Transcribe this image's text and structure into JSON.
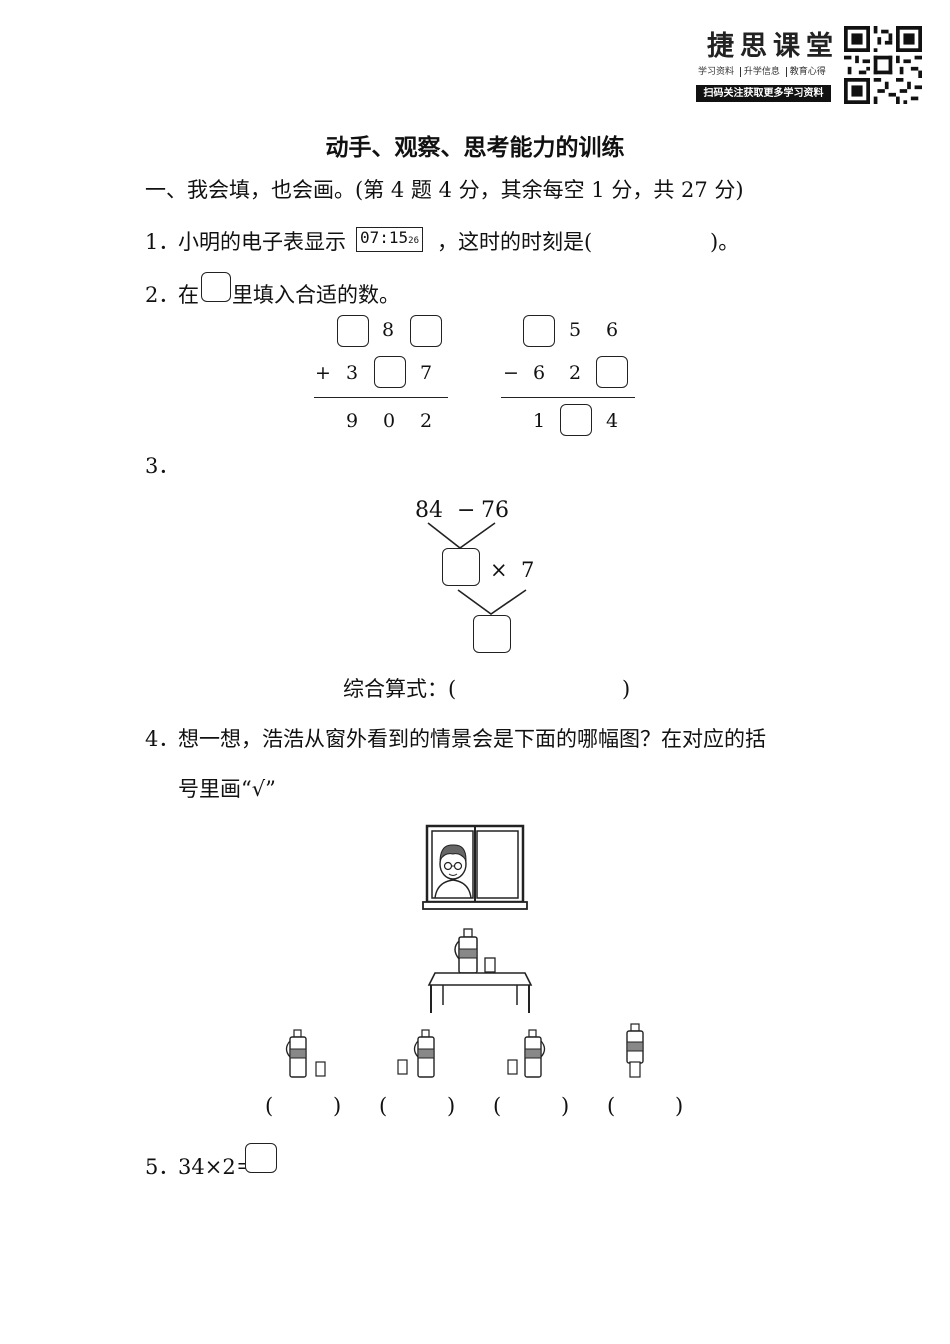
{
  "header": {
    "brand": "捷思课堂",
    "tags": [
      "学习资料",
      "升学信息",
      "教育心得"
    ],
    "slogan": "扫码关注获取更多学习资料"
  },
  "title": "动手、观察、思考能力的训练",
  "section1": {
    "heading": "一、我会填，也会画。(第 4 题 4 分，其余每空 1 分，共 27 分)"
  },
  "q1": {
    "number": "1．",
    "before": "小明的电子表显示",
    "clock_main": "07:15",
    "clock_seconds": "26",
    "after": "，这时的时刻是(",
    "close": ")。"
  },
  "q2": {
    "number": "2．",
    "before": "在",
    "after": "里填入合适的数。",
    "addition": {
      "row1": [
        "",
        "8",
        ""
      ],
      "operator": "+",
      "row2": [
        "3",
        "",
        "7"
      ],
      "result": [
        "9",
        "0",
        "2"
      ]
    },
    "subtraction": {
      "row1": [
        "",
        "5",
        "6"
      ],
      "operator": "−",
      "row2": [
        "6",
        "2",
        ""
      ],
      "result": [
        "1",
        "",
        "4"
      ]
    }
  },
  "q3": {
    "number": "3．",
    "left": "84",
    "op1": "−",
    "right": "76",
    "op2": "×",
    "factor": "7",
    "combined_label": "综合算式：(",
    "combined_close": ")"
  },
  "q4": {
    "number": "4．",
    "line1": "想一想，浩浩从窗外看到的情景会是下面的哪幅图？在对应的括",
    "line2": "号里画“√”",
    "option_brackets": [
      "(",
      ")",
      "(",
      ")",
      "(",
      ")",
      "(",
      ")"
    ]
  },
  "q5": {
    "number": "5．",
    "expression": "34×2＝"
  }
}
